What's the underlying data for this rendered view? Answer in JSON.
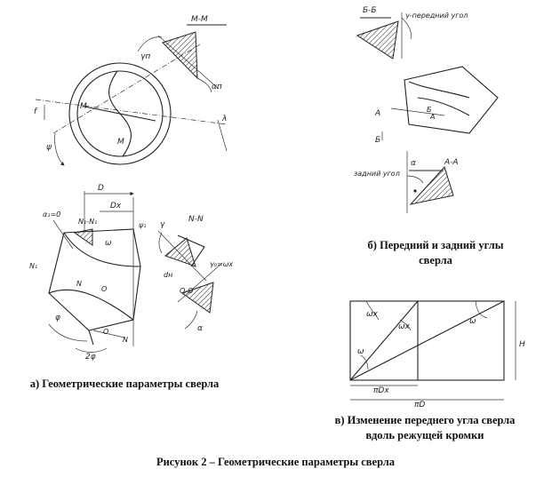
{
  "figure": {
    "caption": "Рисунок 2 – Геометрические параметры сверла"
  },
  "panel_a": {
    "caption": "а) Геометрические параметры сверла",
    "labels": {
      "section_mm": "M-M",
      "m1": "M",
      "m2": "M",
      "gamma_n": "γп",
      "alpha_n": "αп",
      "f": "f",
      "lambda": "λ",
      "psi": "ψ",
      "D": "D",
      "Dx": "Dx",
      "alpha1": "α₁=0",
      "n1n1": "N₁-N₁",
      "nn": "N-N",
      "omega": "ω",
      "psi1": "ψ₁",
      "gamma": "γ",
      "n1": "N₁",
      "n_small": "N",
      "oo1": "O",
      "oo2": "O",
      "dn": "dн",
      "gamma0": "γ₀=ωx",
      "oo": "O-O",
      "alpha": "α",
      "phi": "φ",
      "n2": "N",
      "two_phi": "2φ"
    }
  },
  "panel_b": {
    "caption_line1": "б) Передний и задний углы",
    "caption_line2": "сверла",
    "labels": {
      "section_bb": "Б-Б",
      "front_angle": "γ-передний угол",
      "a1": "А",
      "a2": "А",
      "b1": "Б",
      "b2": "Б",
      "alpha": "α",
      "rear_angle": "задний угол",
      "section_aa": "А-А"
    }
  },
  "panel_v": {
    "caption_line1": "в) Изменение переднего угла сверла",
    "caption_line2": "вдоль режущей кромки",
    "labels": {
      "omega_x_top": "ωx",
      "omega_x_mid": "ωx",
      "omega_right": "ω",
      "omega_left": "ω",
      "H": "H",
      "pi_dx": "πDx",
      "pi_d": "πD"
    }
  }
}
